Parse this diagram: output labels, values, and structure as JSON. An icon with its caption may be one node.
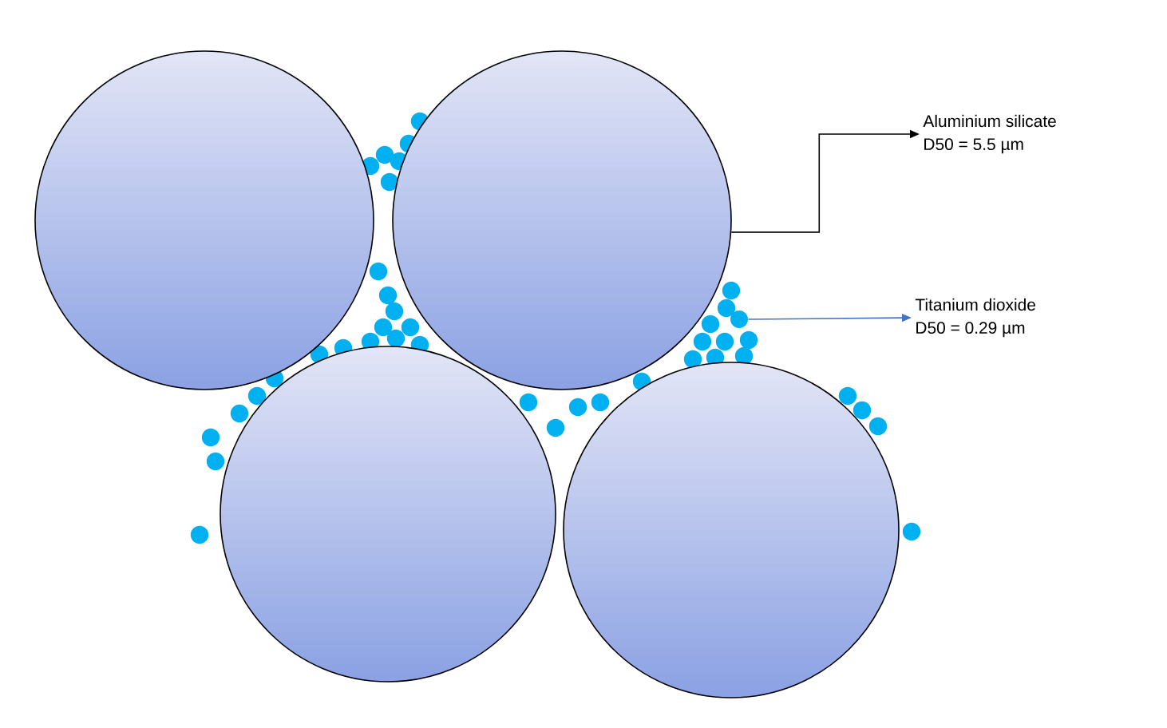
{
  "diagram": {
    "nodes": [
      {
        "text": [],
        "shape": "circle"
      },
      {
        "text": [],
        "shape": "circle"
      },
      {
        "text": [],
        "shape": "circle"
      },
      {
        "text": [],
        "shape": "circle"
      },
      {
        "text": [
          "Aluminium silicate",
          "D50 = 5.5 µm"
        ]
      },
      {
        "text": [
          "Titanium dioxide",
          "D50 = 0.29 µm"
        ]
      },
      {
        "text": [],
        "shape": "circle"
      }
    ],
    "edges": [
      {
        "from": 1,
        "to": 4,
        "arrow": "to"
      },
      {
        "from": 6,
        "to": 5,
        "arrow": "to",
        "color": "#4472c4"
      }
    ]
  }
}
